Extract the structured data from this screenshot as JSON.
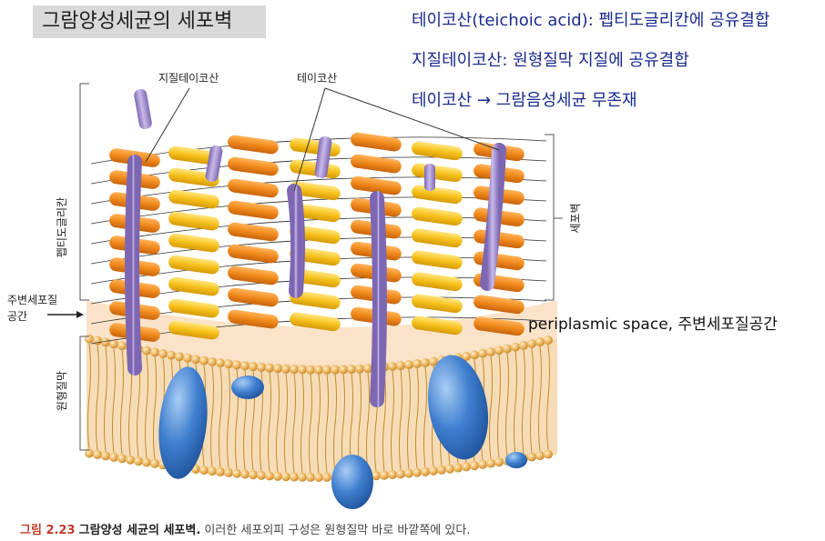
{
  "title": "그람양성세균의 세포벽",
  "notes": [
    "테이코산(teichoic acid): 펩티도글리칸에 공유결합",
    "지질테이코산: 원형질막 지질에 공유결합",
    "테이코산 → 그람음성세균 무존재"
  ],
  "periplasm_note": "periplasmic space, 주변세포질공간",
  "labels": {
    "lipoteichoic_acid": "지질테이코산",
    "teichoic_acid": "테이코산",
    "peptidoglycan": "펩티도글리칸",
    "cell_wall": "세포벽",
    "periplasmic_space_line1": "주변세포질",
    "periplasmic_space_line2": "공간",
    "plasma_membrane": "원형질막"
  },
  "caption": {
    "number": "그림 2.23",
    "title": "그람양성 세균의 세포벽.",
    "text": "이러한 세포외피 구성은 원형질막 바로 바깥쪽에 있다."
  },
  "colors": {
    "peptidoglycan_orange": "#f08a1c",
    "peptidoglycan_yellow": "#f7c21c",
    "teichoic_purple": "#9b86c9",
    "membrane_head": "#eab15a",
    "membrane_tail": "#c48a2e",
    "protein_blue": "#3f7fcf",
    "periplasm": "#fbe3c9",
    "note_text": "#1a2a8c"
  }
}
